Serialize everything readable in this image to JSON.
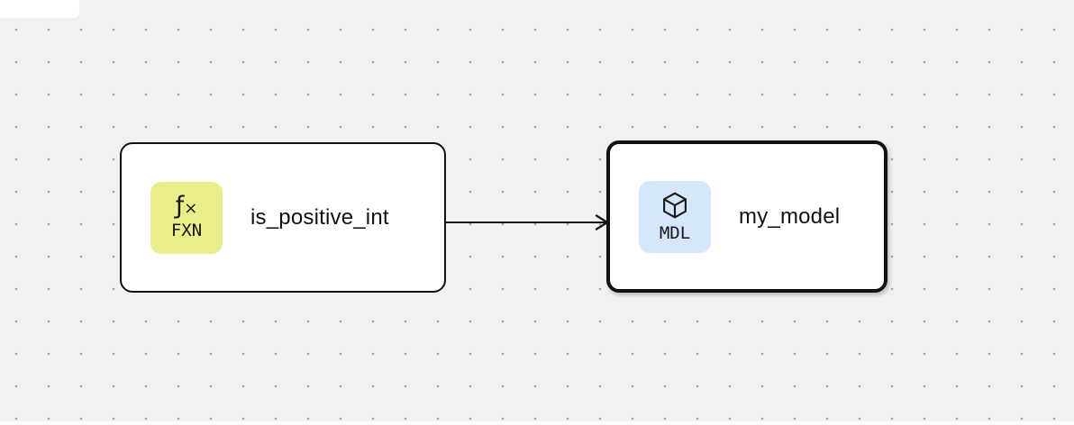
{
  "canvas": {
    "background_color": "#f1f1f0",
    "dot_color": "#a8a8a8"
  },
  "nodes": [
    {
      "label": "is_positive_int",
      "type_tag": "FXN",
      "badge_glyph_f": "ƒ",
      "badge_glyph_x": "×",
      "badge_color": "#e9ed8a",
      "selected": false
    },
    {
      "label": "my_model",
      "type_tag": "MDL",
      "badge_icon": "cube-icon",
      "badge_color": "#d7e7fb",
      "selected": true
    }
  ],
  "edges": [
    {
      "from": "is_positive_int",
      "to": "my_model",
      "color": "#111111"
    }
  ]
}
